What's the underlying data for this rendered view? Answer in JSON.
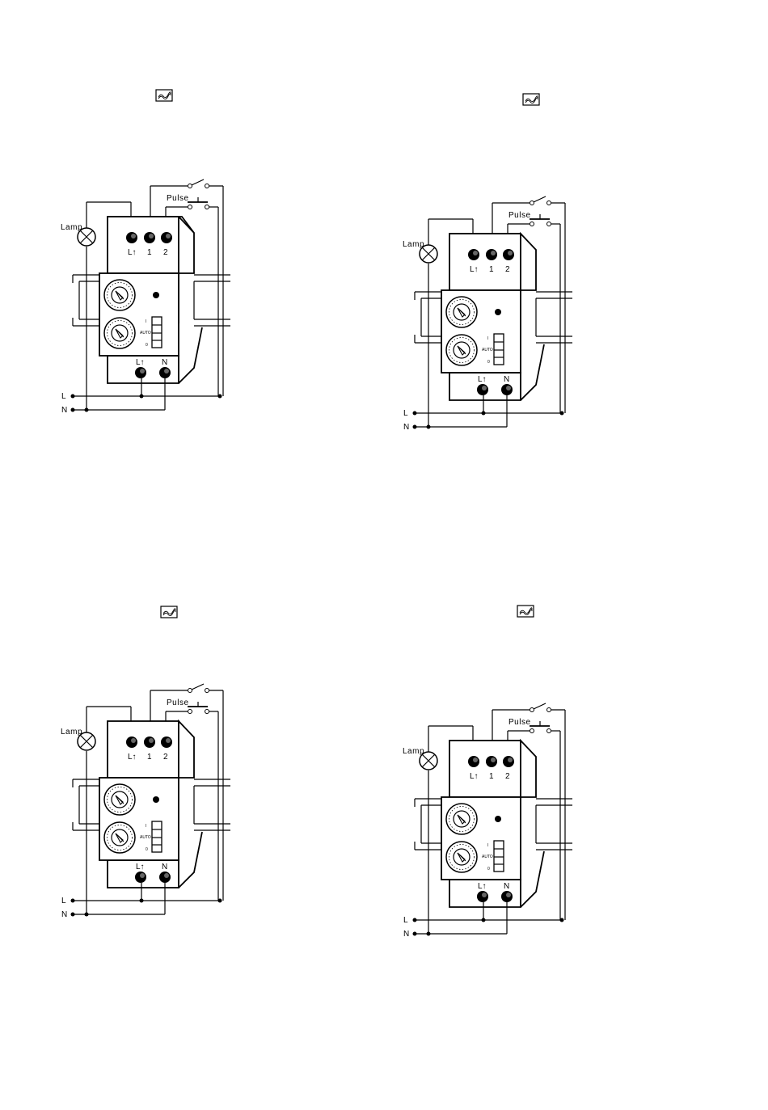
{
  "diagrams": [
    {
      "lamp_label": "Lamp",
      "pulse_label": "Pulse",
      "top_terminals": [
        "L↑",
        "1",
        "2"
      ],
      "bottom_terminals": [
        "L↑",
        "N"
      ],
      "switch_labels": [
        "I",
        "AUTO",
        "0"
      ],
      "line_labels": [
        "L",
        "N"
      ],
      "symbol": "sine-wave-icon"
    },
    {
      "lamp_label": "Lamp",
      "pulse_label": "Pulse",
      "top_terminals": [
        "L↑",
        "1",
        "2"
      ],
      "bottom_terminals": [
        "L↑",
        "N"
      ],
      "switch_labels": [
        "I",
        "AUTO",
        "0"
      ],
      "line_labels": [
        "L",
        "N"
      ],
      "symbol": "sine-wave-icon"
    },
    {
      "lamp_label": "Lamp",
      "pulse_label": "Pulse",
      "top_terminals": [
        "L↑",
        "1",
        "2"
      ],
      "bottom_terminals": [
        "L↑",
        "N"
      ],
      "switch_labels": [
        "I",
        "AUTO",
        "0"
      ],
      "line_labels": [
        "L",
        "N"
      ],
      "symbol": "sine-wave-icon"
    },
    {
      "lamp_label": "Lamp",
      "pulse_label": "Pulse",
      "top_terminals": [
        "L↑",
        "1",
        "2"
      ],
      "bottom_terminals": [
        "L↑",
        "N"
      ],
      "switch_labels": [
        "I",
        "AUTO",
        "0"
      ],
      "line_labels": [
        "L",
        "N"
      ],
      "symbol": "sine-wave-icon"
    }
  ]
}
